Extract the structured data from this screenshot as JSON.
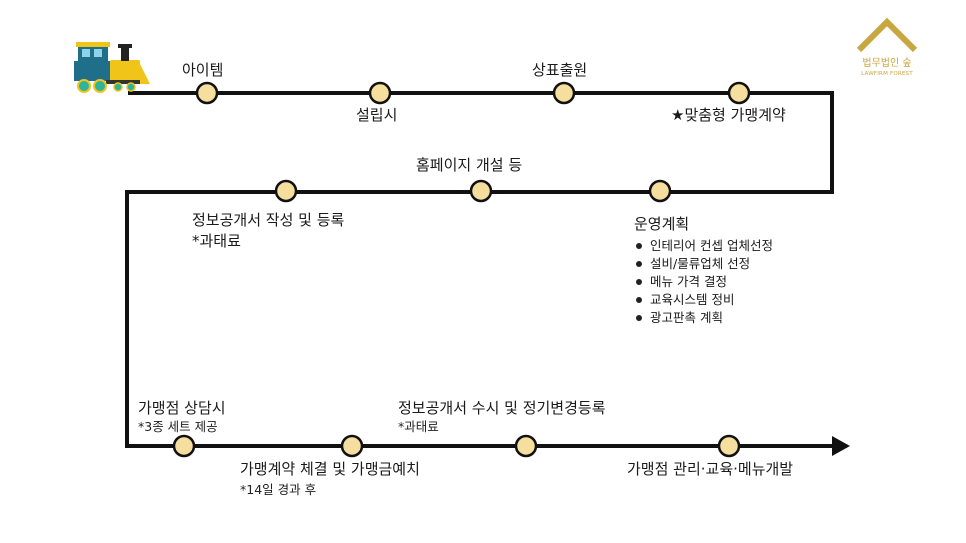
{
  "colors": {
    "track": "#111111",
    "node_fill": "#f6df9e",
    "node_stroke": "#111111",
    "accent_gold": "#c8a640",
    "train_yellow": "#f0c419",
    "train_teal": "#1f6f8b",
    "train_green": "#2fb39a"
  },
  "logo": {
    "name": "법무법인 숲",
    "sub": "LAWFIRM FOREST",
    "icon": "house-roof-icon"
  },
  "train": {
    "icon": "steam-train-icon"
  },
  "steps": {
    "s1": {
      "label": "아이템"
    },
    "s2": {
      "label": "설립시"
    },
    "s3": {
      "label": "상표출원"
    },
    "s4": {
      "label": "★맞춤형 가맹계약"
    },
    "s5": {
      "label": "운영계획",
      "bullets": [
        "인테리어 컨셉 업체선정",
        "설비/물류업체 선정",
        "메뉴 가격 결정",
        "교육시스템 정비",
        "광고판촉 계획"
      ]
    },
    "s6": {
      "label": "홈페이지 개설 등"
    },
    "s7": {
      "label": "정보공개서 작성 및 등록",
      "note": "*과태료"
    },
    "s8": {
      "label": "가맹점 상담시",
      "note": "*3종 세트 제공"
    },
    "s9": {
      "label": "가맹계약 체결 및 가맹금예치",
      "note": "*14일 경과 후"
    },
    "s10": {
      "label": "정보공개서 수시 및 정기변경등록",
      "note": "*과태료"
    },
    "s11": {
      "label": "가맹점 관리·교육·메뉴개발"
    }
  }
}
